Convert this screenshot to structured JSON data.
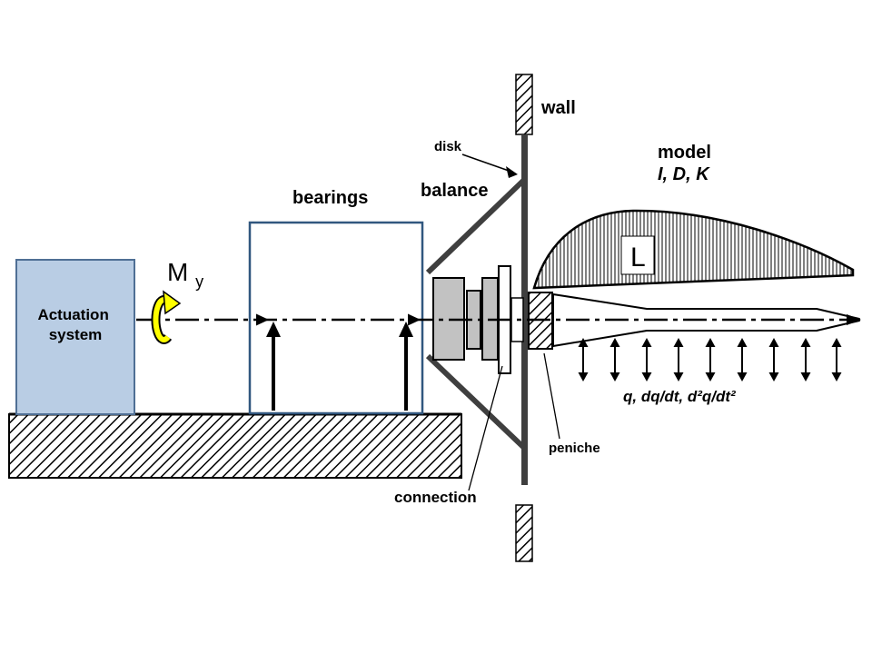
{
  "diagram": {
    "labels": {
      "actuation_line1": "Actuation",
      "actuation_line2": "system",
      "bearings": "bearings",
      "balance": "balance",
      "disk": "disk",
      "wall": "wall",
      "model": "model",
      "model_params": "I, D, K",
      "lift": "L",
      "moment_main": "M",
      "moment_sub": "y",
      "q_state": "q, dq/dt, d²q/dt²",
      "peniche": "peniche",
      "connection": "connection"
    },
    "colors": {
      "actuation_fill": "#b9cde4",
      "actuation_border": "#4f6f95",
      "bearings_border": "#31577f",
      "balance_fill": "#c2c2c2",
      "wall_gray": "#3f3f3f",
      "moment_yellow": "#ffff00",
      "ink": "#000000"
    }
  }
}
